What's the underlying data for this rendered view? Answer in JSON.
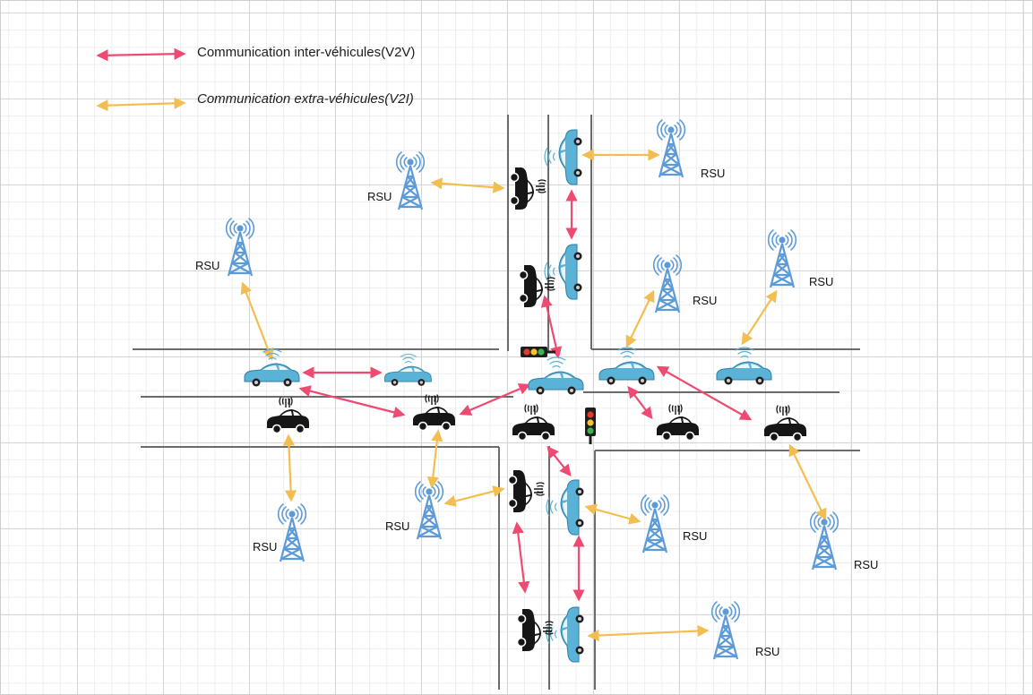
{
  "legend": {
    "v2v_label": "Communication inter-véhicules(V2V)",
    "v2i_label": "Communication extra-véhicules(V2I)"
  },
  "rsu_label": "RSU",
  "colors": {
    "v2v": "#ee4a72",
    "v2i": "#f2be52",
    "road": "#6b6b6b",
    "rsu_tower": "#5d9bd8",
    "connected_car": "#5ab2d6",
    "car_dark": "#161616"
  },
  "icons": [
    "rsu-tower-icon",
    "connected-car-icon",
    "car-icon",
    "traffic-light-icon"
  ]
}
